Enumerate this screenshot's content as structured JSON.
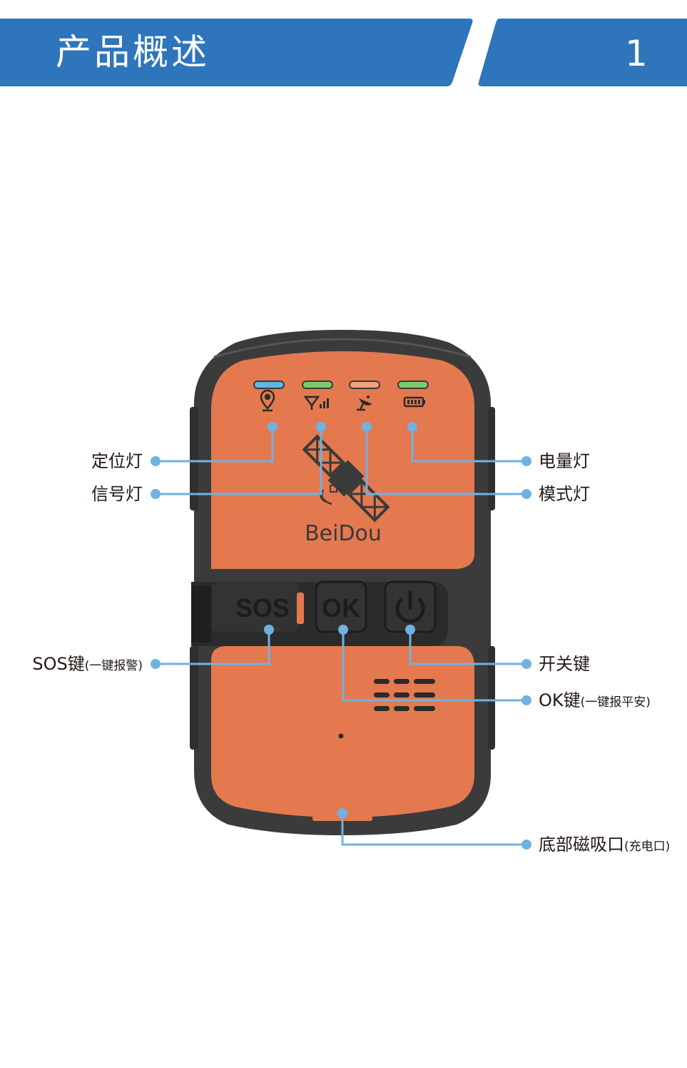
{
  "header": {
    "title": "产品概述",
    "page_number": "1",
    "color": "#2e75bb"
  },
  "device": {
    "brand": "BeiDou",
    "body_color": "#e4794f",
    "frame_color": "#3a3a3a",
    "buttons": {
      "sos": "SOS",
      "ok": "OK"
    },
    "leds": [
      {
        "name": "location-led",
        "color": "#63b5e6",
        "icon": "location-pin-icon"
      },
      {
        "name": "signal-led",
        "color": "#7ccb6a",
        "icon": "signal-icon"
      },
      {
        "name": "mode-led",
        "color": "#f2a07f",
        "icon": "satellite-dish-icon"
      },
      {
        "name": "battery-led",
        "color": "#7ccb6a",
        "icon": "battery-icon"
      }
    ]
  },
  "callouts": {
    "line_color": "#6fb2e2",
    "location_light": "定位灯",
    "signal_light": "信号灯",
    "power_light": "电量灯",
    "mode_light": "模式灯",
    "sos_key": "SOS键",
    "sos_key_note": "(一键报警)",
    "power_key": "开关键",
    "ok_key": "OK键",
    "ok_key_note": "(一键报平安)",
    "charge_port": "底部磁吸口",
    "charge_port_note": "(充电口)"
  }
}
